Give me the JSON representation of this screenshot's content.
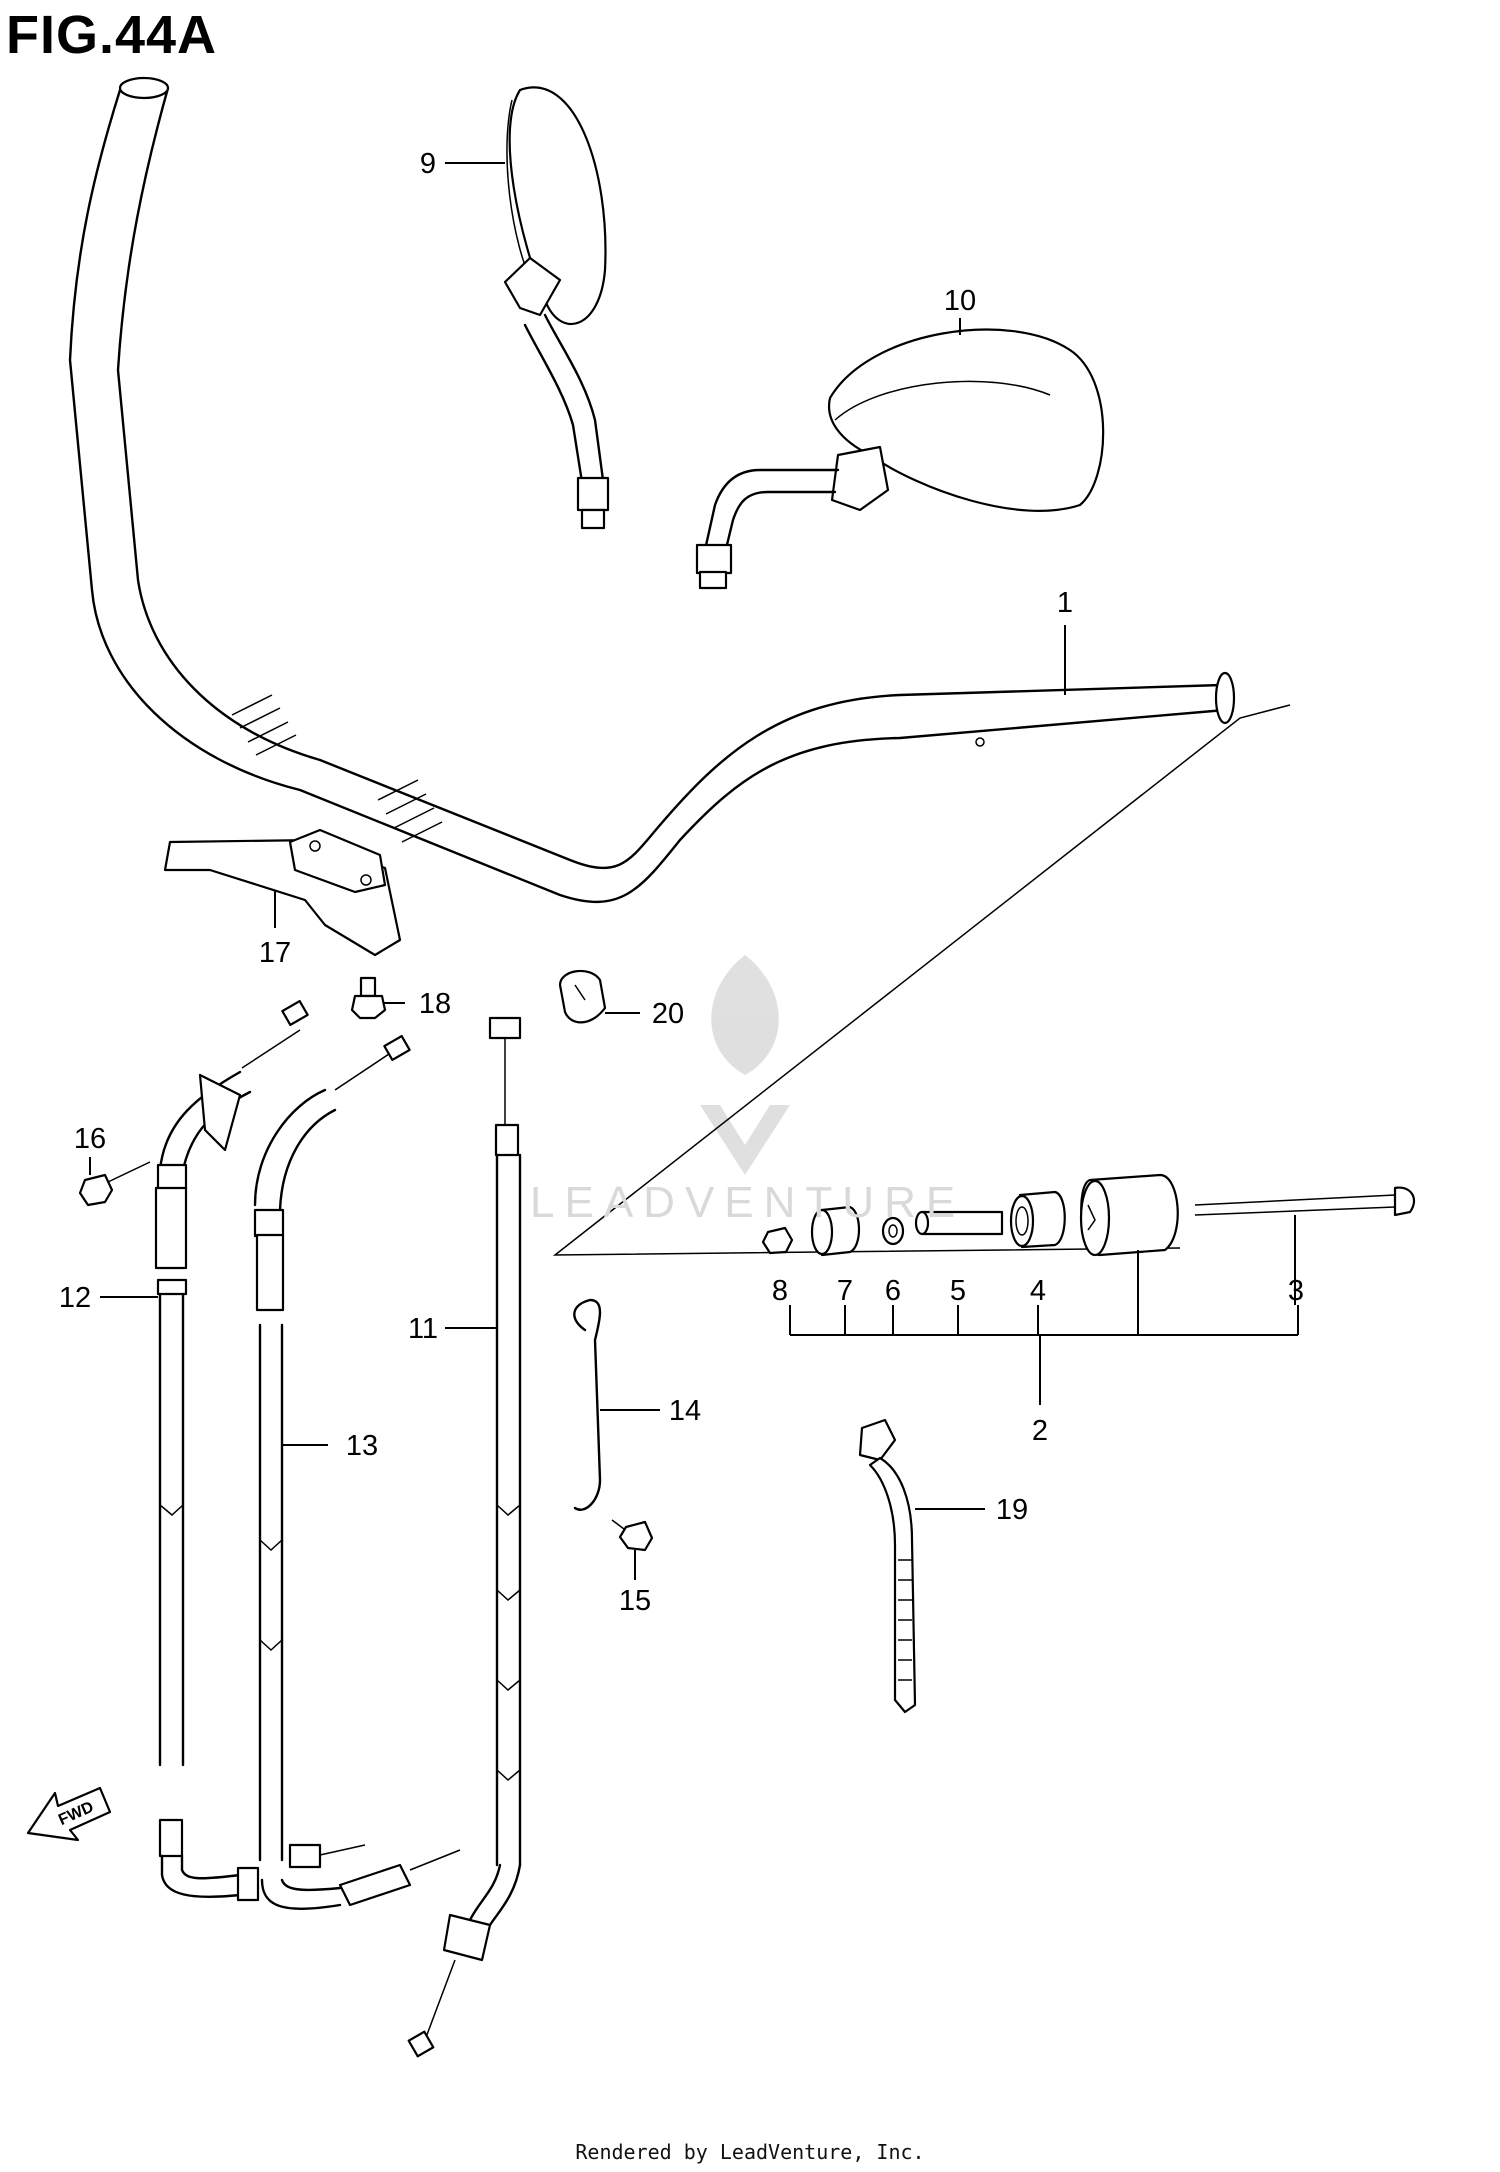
{
  "figure": {
    "title": "FIG.44A"
  },
  "watermark": {
    "text": "LEADVENTURE"
  },
  "direction_arrow": {
    "label": "FWD"
  },
  "parts": [
    {
      "id": "1",
      "label": "1"
    },
    {
      "id": "2",
      "label": "2"
    },
    {
      "id": "3",
      "label": "3"
    },
    {
      "id": "4",
      "label": "4"
    },
    {
      "id": "5",
      "label": "5"
    },
    {
      "id": "6",
      "label": "6"
    },
    {
      "id": "7",
      "label": "7"
    },
    {
      "id": "8",
      "label": "8"
    },
    {
      "id": "9",
      "label": "9"
    },
    {
      "id": "10",
      "label": "10"
    },
    {
      "id": "11",
      "label": "11"
    },
    {
      "id": "12",
      "label": "12"
    },
    {
      "id": "13",
      "label": "13"
    },
    {
      "id": "14",
      "label": "14"
    },
    {
      "id": "15",
      "label": "15"
    },
    {
      "id": "16",
      "label": "16"
    },
    {
      "id": "17",
      "label": "17"
    },
    {
      "id": "18",
      "label": "18"
    },
    {
      "id": "19",
      "label": "19"
    },
    {
      "id": "20",
      "label": "20"
    }
  ],
  "footer": {
    "text": "Rendered by LeadVenture, Inc."
  }
}
